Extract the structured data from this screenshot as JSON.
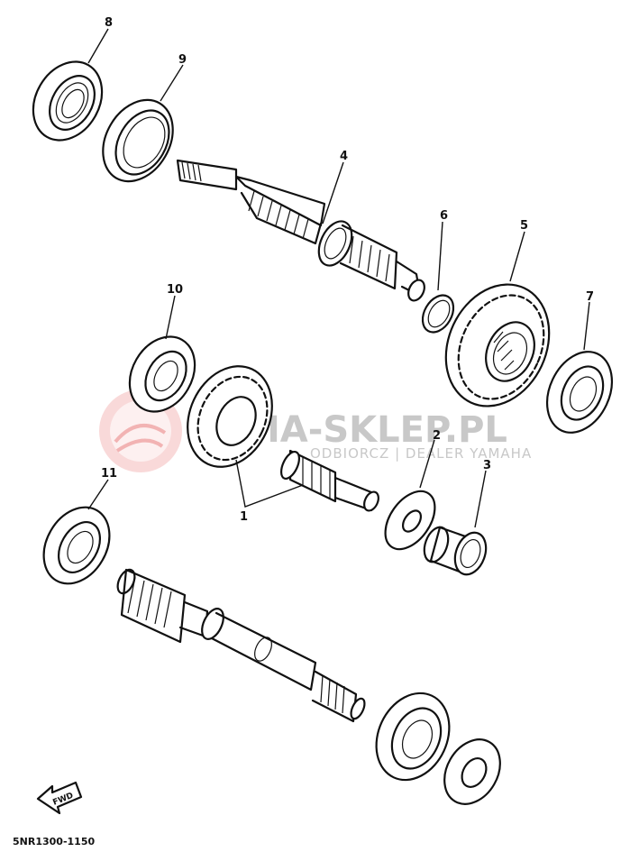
{
  "diagram": {
    "callouts": [
      "1",
      "2",
      "3",
      "4",
      "5",
      "6",
      "7",
      "8",
      "9",
      "10",
      "11"
    ],
    "watermark": {
      "title": "AMA-SKLEP.PL",
      "subtitle": "ODBIORCZ | DEALER YAMAHA"
    },
    "fwd_label": "FWD",
    "drawing_code": "5NR1300-1150"
  }
}
